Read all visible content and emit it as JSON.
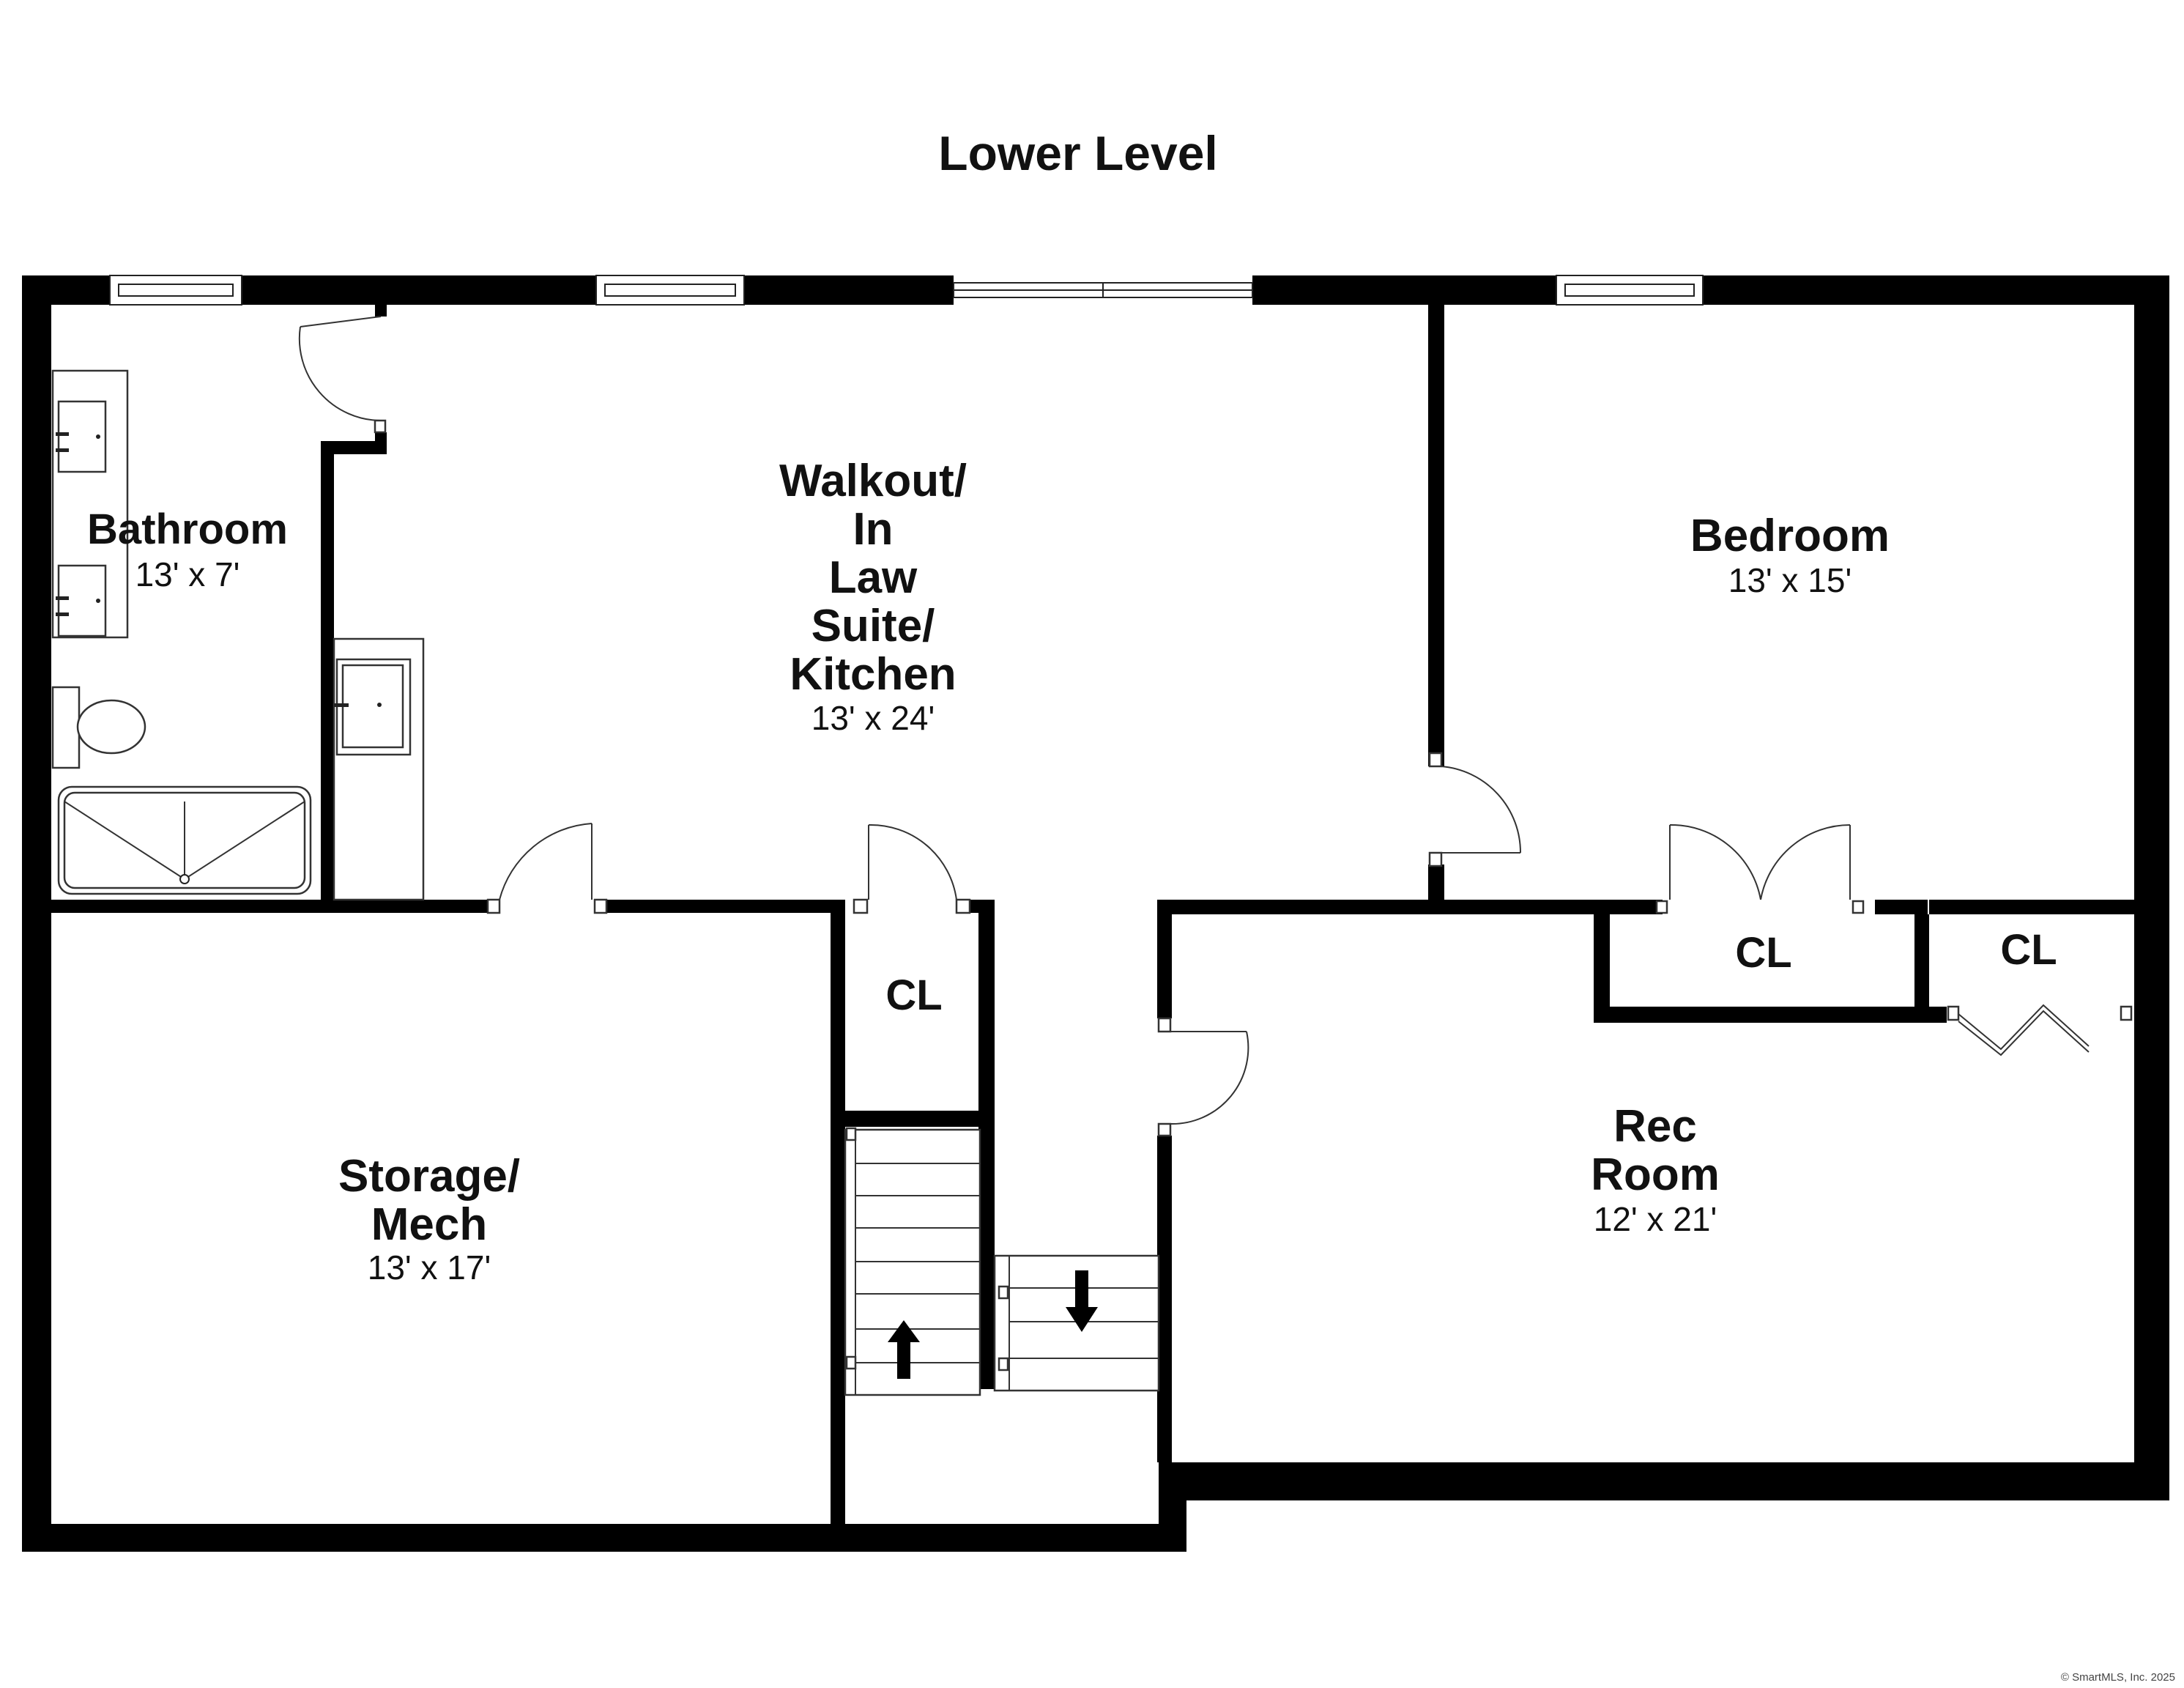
{
  "title": "Lower Level",
  "rooms": {
    "bathroom": {
      "name": [
        "Bathroom"
      ],
      "dims": "13' x 7'"
    },
    "suite": {
      "name": [
        "Walkout/",
        "In",
        "Law",
        "Suite/",
        "Kitchen"
      ],
      "dims": "13' x 24'"
    },
    "bedroom": {
      "name": [
        "Bedroom"
      ],
      "dims": "13' x 15'"
    },
    "storage": {
      "name": [
        "Storage/",
        "Mech"
      ],
      "dims": "13' x 17'"
    },
    "rec": {
      "name": [
        "Rec",
        "Room"
      ],
      "dims": "12' x 21'"
    },
    "closet_center": {
      "name": [
        "CL"
      ]
    },
    "closet_bedroom": {
      "name": [
        "CL"
      ]
    },
    "closet_rec": {
      "name": [
        "CL"
      ]
    }
  },
  "copyright": "© SmartMLS, Inc. 2025"
}
